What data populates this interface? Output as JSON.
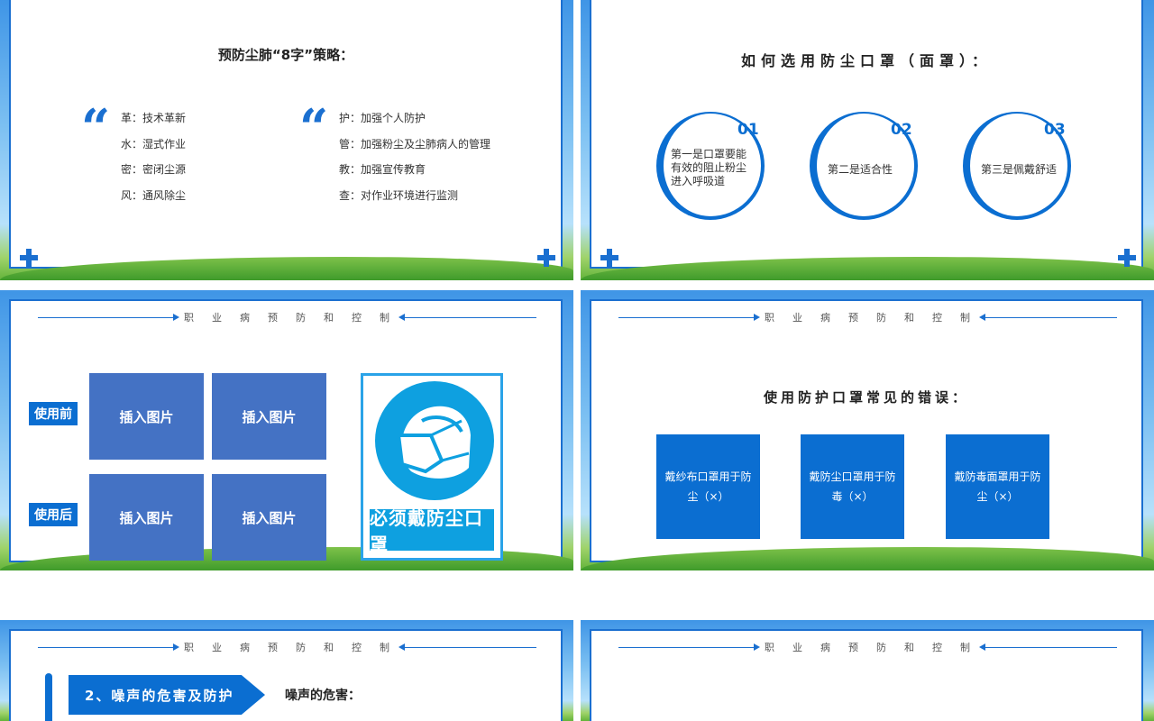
{
  "header_text": "职业病预防和控制",
  "slide1": {
    "title": "预防尘肺“8字”策略：",
    "quote_mark": "“",
    "left_items": [
      "革：技术革新",
      "水：湿式作业",
      "密：密闭尘源",
      "风：通风除尘"
    ],
    "right_items": [
      "护：加强个人防护",
      "管：加强粉尘及尘肺病人的管理",
      "教：加强宣传教育",
      "查：对作业环境进行监测"
    ]
  },
  "slide2": {
    "title": "如何选用防尘口罩（面罩）：",
    "items": [
      {
        "num": "01",
        "text": "第一是口罩要能有效的阻止粉尘进入呼吸道"
      },
      {
        "num": "02",
        "text": "第二是适合性"
      },
      {
        "num": "03",
        "text": "第三是佩戴舒适"
      }
    ]
  },
  "slide3": {
    "before_label": "使用前",
    "after_label": "使用后",
    "placeholder": "插入图片",
    "sign_label": "必须戴防尘口罩"
  },
  "slide4": {
    "title": "使用防护口罩常见的错误：",
    "items": [
      "戴纱布口罩用于防尘（×）",
      "戴防尘口罩用于防毒（×）",
      "戴防毒面罩用于防尘（×）"
    ]
  },
  "slide5": {
    "banner": "2、噪声的危害及防护",
    "subtitle": "噪声的危害："
  },
  "colors": {
    "accent": "#0b6ed1",
    "placeholder": "#4472c4",
    "sign": "#0ea0e0"
  }
}
